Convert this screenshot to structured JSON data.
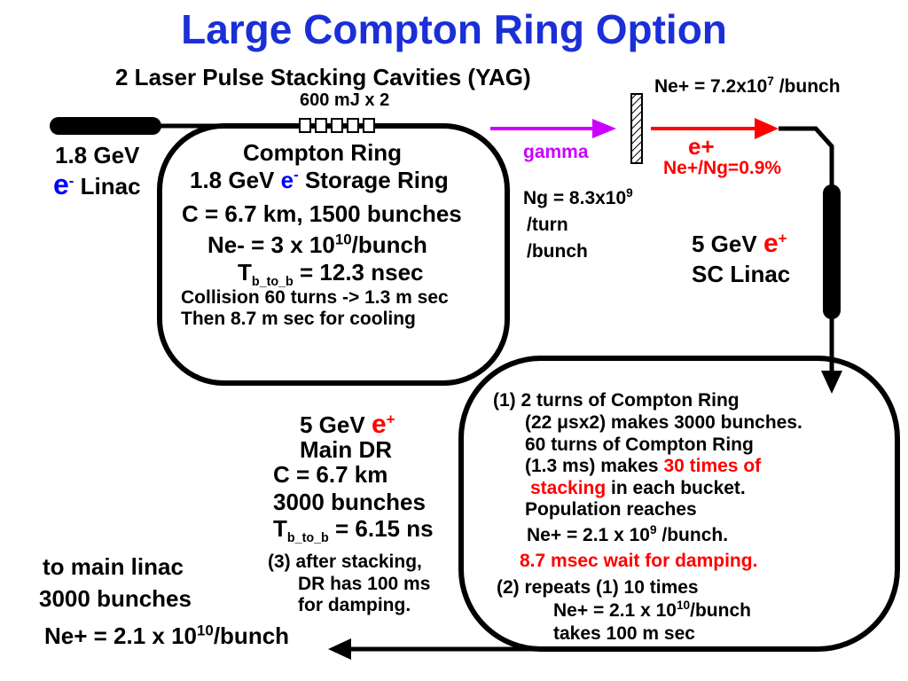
{
  "title": "Large Compton Ring Option",
  "colors": {
    "title": "#1a2fd6",
    "red": "#ff0000",
    "blue": "#0000ff",
    "gamma": "#cc00ff"
  },
  "header": {
    "cavities": "2 Laser Pulse Stacking Cavities (YAG)",
    "laser_power": "600 mJ x 2"
  },
  "linac_1p8": {
    "energy": "1.8 GeV",
    "particle": "e",
    "particle_sup": "-",
    "label": "Linac"
  },
  "compton_ring": {
    "title": "Compton Ring",
    "line2_pre": "1.8 GeV ",
    "line2_particle": "e",
    "line2_sup": "-",
    "line2_post": " Storage Ring",
    "circumference": "C = 6.7 km, 1500 bunches",
    "ne_pre": "Ne- = 3 x 10",
    "ne_exp": "10",
    "ne_post": "/bunch",
    "tbb_T": "T",
    "tbb_sub": "b_to_b",
    "tbb_post": " = 12.3 nsec",
    "collision": "Collision 60 turns -> 1.3 m sec",
    "cooling": "Then 8.7 m sec for cooling"
  },
  "gamma": {
    "label": "gamma",
    "ng_pre": "Ng = 8.3x10",
    "ng_exp": "9",
    "per_turn": "/turn",
    "per_bunch": "/bunch"
  },
  "positron_out": {
    "ne_pre": "Ne+  = 7.2x10",
    "ne_exp": "7",
    "ne_post": " /bunch",
    "label": "e+",
    "ratio": "Ne+/Ng=0.9%"
  },
  "sc_linac": {
    "energy": "5 GeV ",
    "particle": "e",
    "particle_sup": "+",
    "label": "SC Linac"
  },
  "main_dr": {
    "energy": "5 GeV  ",
    "particle": "e",
    "particle_sup": "+",
    "label": "Main DR",
    "circumference": "C = 6.7 km",
    "bunches": "3000 bunches",
    "tbb_T": "T",
    "tbb_sub": "b_to_b",
    "tbb_post": " = 6.15 ns",
    "note3_line1": "(3) after stacking,",
    "note3_line2": "DR has 100 ms",
    "note3_line3": "for damping."
  },
  "dr_notes": {
    "n1_line1": "(1) 2 turns of Compton Ring",
    "n1_line2": "(22 μsx2) makes 3000 bunches.",
    "n1_line3": "60 turns of Compton Ring",
    "n1_line4_pre": "(1.3 ms) makes ",
    "n1_line4_red": "30 times of",
    "n1_line5_red": "stacking",
    "n1_line5_post": " in each bucket.",
    "n1_line6": "Population reaches",
    "n1_ne_pre": "Ne+ = 2.1 x 10",
    "n1_ne_exp": "9",
    "n1_ne_post": " /bunch.",
    "n1_wait": "8.7 msec wait for damping.",
    "n2_line1": "(2) repeats (1) 10 times",
    "n2_ne_pre": "Ne+ = 2.1 x 10",
    "n2_ne_exp": "10",
    "n2_ne_post": "/bunch",
    "n2_takes": "takes 100 m sec"
  },
  "output": {
    "line1": "to main linac",
    "line2": "3000 bunches",
    "ne_pre": "Ne+  = 2.1 x 10",
    "ne_exp": "10",
    "ne_post": "/bunch"
  }
}
